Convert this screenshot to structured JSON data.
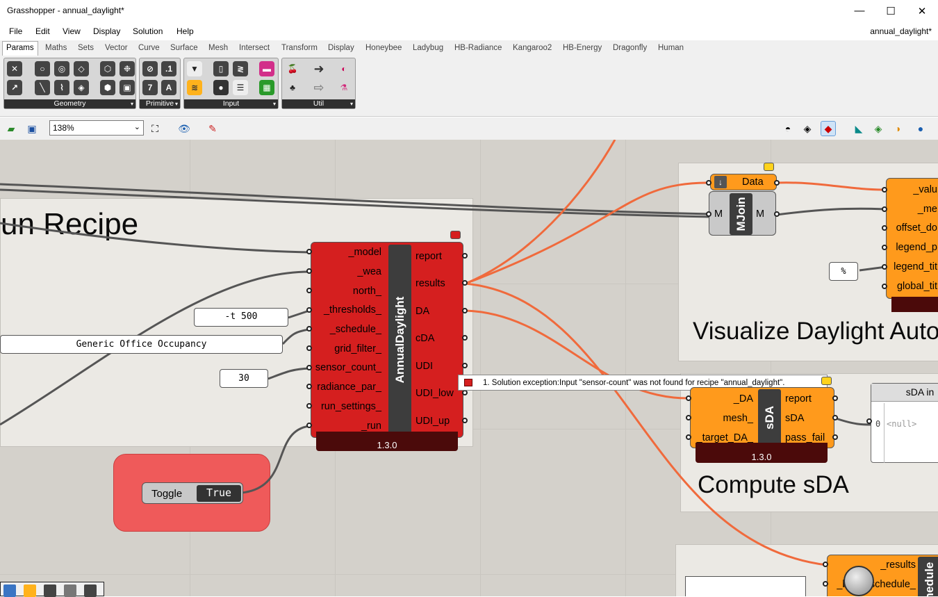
{
  "window": {
    "title": "Grasshopper - annual_daylight*",
    "minimize": "—",
    "maximize": "☐",
    "close": "✕"
  },
  "menu": {
    "items": [
      "File",
      "Edit",
      "View",
      "Display",
      "Solution",
      "Help"
    ],
    "document": "annual_daylight*"
  },
  "tabs": [
    "Params",
    "Maths",
    "Sets",
    "Vector",
    "Curve",
    "Surface",
    "Mesh",
    "Intersect",
    "Transform",
    "Display",
    "Honeybee",
    "Ladybug",
    "HB-Radiance",
    "Kangaroo2",
    "HB-Energy",
    "Dragonfly",
    "Human"
  ],
  "ribbon": {
    "groups": [
      "Geometry",
      "Primitive",
      "Input",
      "Util"
    ]
  },
  "toolbar": {
    "zoom": "138%"
  },
  "groups": {
    "run_recipe_title": "un Recipe",
    "visualize_title": "Visualize Daylight Auto",
    "sda_title": "Compute sDA"
  },
  "annual_daylight": {
    "name": "AnnualDaylight",
    "inputs": [
      "_model",
      "_wea",
      "north_",
      "_thresholds_",
      "_schedule_",
      "grid_filter_",
      "sensor_count_",
      "radiance_par_",
      "run_settings_",
      "_run"
    ],
    "outputs": [
      "report",
      "results",
      "DA",
      "cDA",
      "UDI",
      "UDI_low",
      "UDI_up"
    ],
    "version": "1.3.0"
  },
  "panels": {
    "thresholds": "-t 500",
    "schedule": "Generic Office Occupancy",
    "sensor_count": "30",
    "percent": "%"
  },
  "toggle": {
    "label": "Toggle",
    "value": "True"
  },
  "tooltip": "1. Solution exception:Input \"sensor-count\" was not found for recipe \"annual_daylight\".",
  "data_param": {
    "label": "Data"
  },
  "mjoin": {
    "name": "MJoin",
    "in": "M",
    "out": "M"
  },
  "viz_inputs": [
    "_valu",
    "_me",
    "offset_do",
    "legend_p",
    "legend_tit",
    "global_tit"
  ],
  "sda": {
    "name": "sDA",
    "inputs": [
      "_DA",
      "mesh_",
      "_target_DA_"
    ],
    "outputs": [
      "report",
      "sDA",
      "pass_fail"
    ],
    "version": "1.3.0"
  },
  "sda_panel": {
    "title": "sDA in",
    "index": "0",
    "value": "<null>"
  },
  "schedule_comp": {
    "inputs": [
      "_results",
      "_base_schedule_"
    ],
    "name": "nedule"
  },
  "colors": {
    "canvas": "#d4d1cb",
    "error_component": "#d51f1f",
    "warning_component": "#ff9a1c",
    "wire": "#f06a3c"
  }
}
